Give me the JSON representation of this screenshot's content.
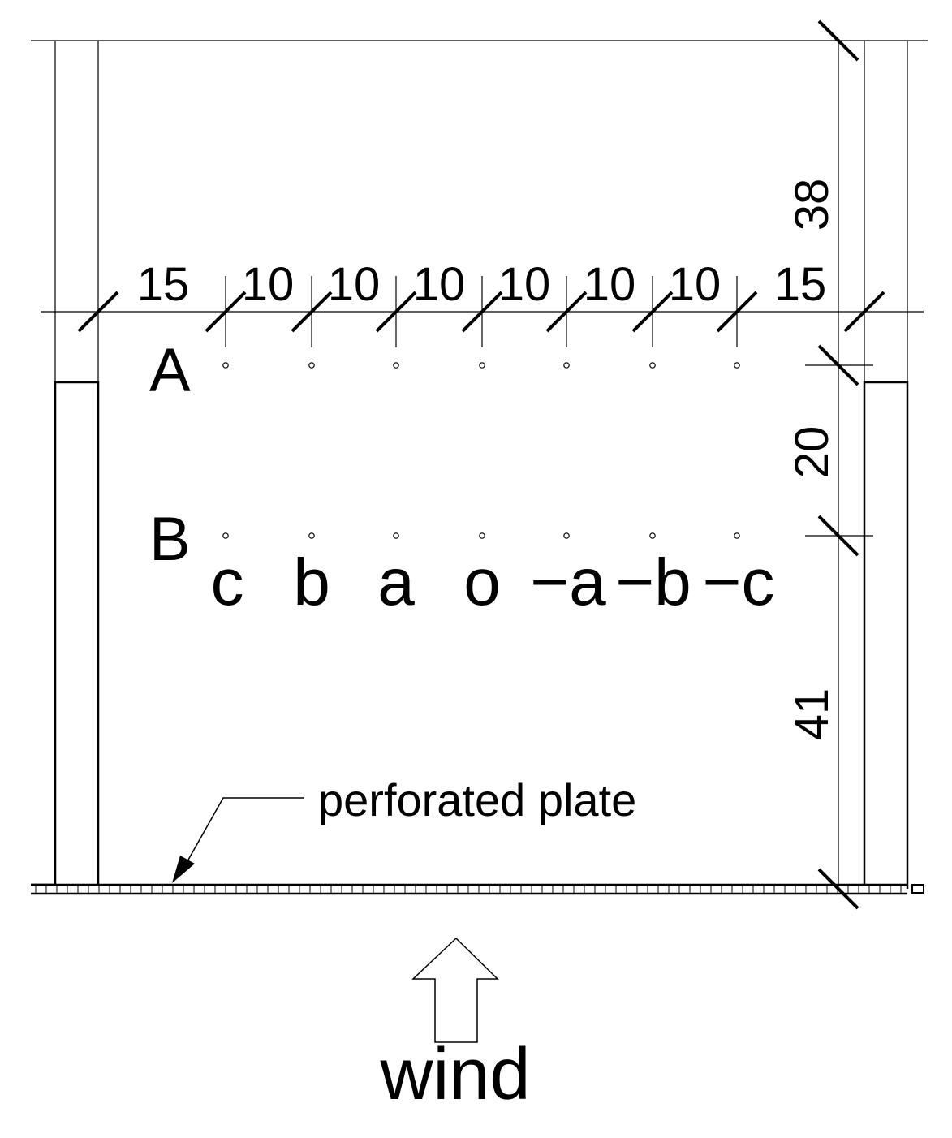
{
  "horizontal_dimensions": [
    "15",
    "10",
    "10",
    "10",
    "10",
    "10",
    "10",
    "15"
  ],
  "vertical_dimensions": [
    "38",
    "20",
    "41"
  ],
  "row_labels": [
    "A",
    "B"
  ],
  "position_labels": [
    "c",
    "b",
    "a",
    "o",
    "−a",
    "−b",
    "−c"
  ],
  "plate_label": "perforated plate",
  "flow_label": "wind"
}
